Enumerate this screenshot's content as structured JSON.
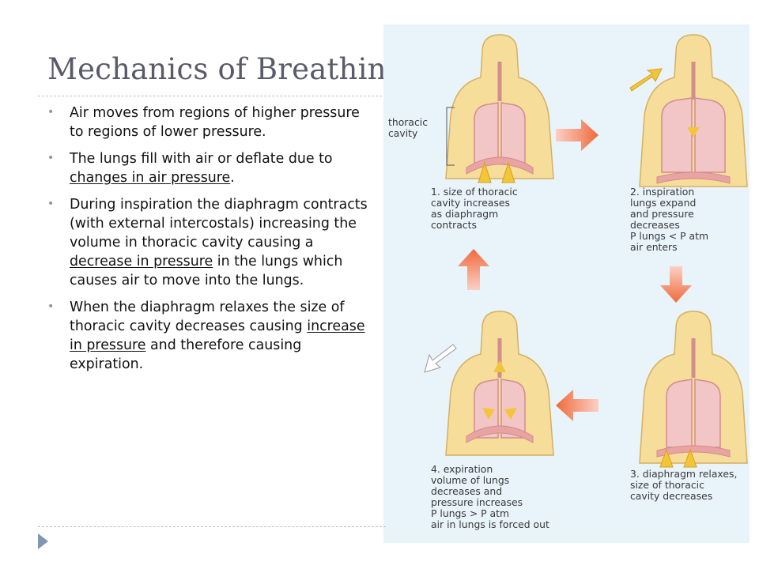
{
  "slide": {
    "title": "Mechanics of Breathing",
    "bullets": [
      {
        "before": "Air moves from regions of higher pressure to regions of lower pressure.",
        "underline": "",
        "after": ""
      },
      {
        "before": "The lungs fill with air or deflate due to ",
        "underline": "changes in air pressure",
        "after": "."
      },
      {
        "before": "During inspiration the diaphragm contracts (with external intercostals) increasing the volume in thoracic cavity causing a ",
        "underline": "decrease in pressure",
        "after": " in the lungs which causes air to move into the lungs."
      },
      {
        "before": "When the diaphragm relaxes the size of thoracic cavity decreases causing ",
        "underline": "increase in pressure",
        "after": " and therefore causing expiration."
      }
    ]
  },
  "figure": {
    "thoracic_label": [
      "thoracic",
      "cavity"
    ],
    "captions": [
      {
        "lines": [
          "1. size of thoracic",
          "cavity increases",
          "as diaphragm",
          "contracts"
        ]
      },
      {
        "lines": [
          "2. inspiration",
          "lungs expand",
          "and pressure",
          "decreases",
          "P lungs < P atm",
          "air enters"
        ]
      },
      {
        "lines": [
          "3. diaphragm relaxes,",
          "size of thoracic",
          "cavity decreases"
        ]
      },
      {
        "lines": [
          "4. expiration",
          "volume of lungs",
          "decreases and",
          "pressure increases",
          "P lungs > P atm",
          "air in lungs is forced out"
        ]
      }
    ],
    "colors": {
      "skin": "#f6dd9a",
      "skin_edge": "#d6b062",
      "lung": "#f2c6c6",
      "lung_edge": "#d28d8d",
      "diaphragm": "#e9a3a3",
      "arrow": "#f06a3c",
      "arrow_air": "#f3c63a"
    }
  }
}
